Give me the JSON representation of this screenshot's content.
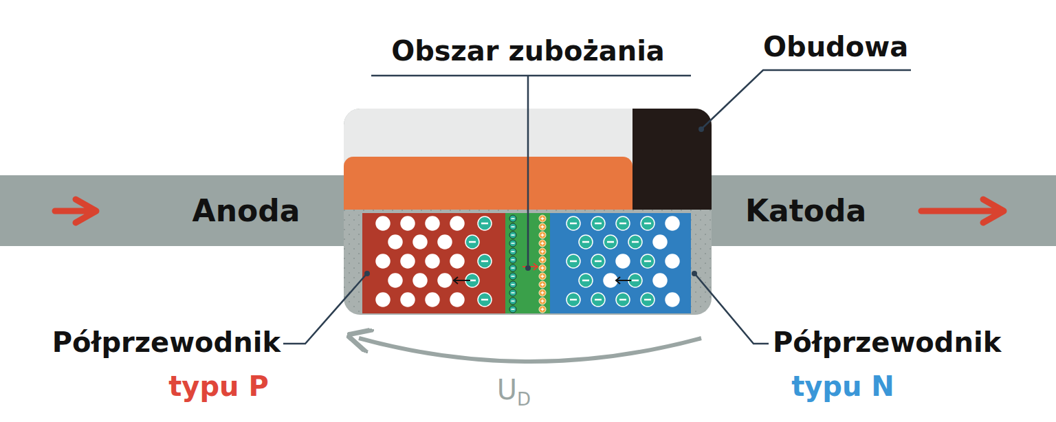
{
  "diagram": {
    "labels": [
      "Obszar zubożania",
      "Obudowa",
      "Anoda",
      "Katoda",
      "Półprzewodnik",
      "typu P",
      "Półprzewodnik",
      "typu N",
      "U",
      "D"
    ]
  }
}
